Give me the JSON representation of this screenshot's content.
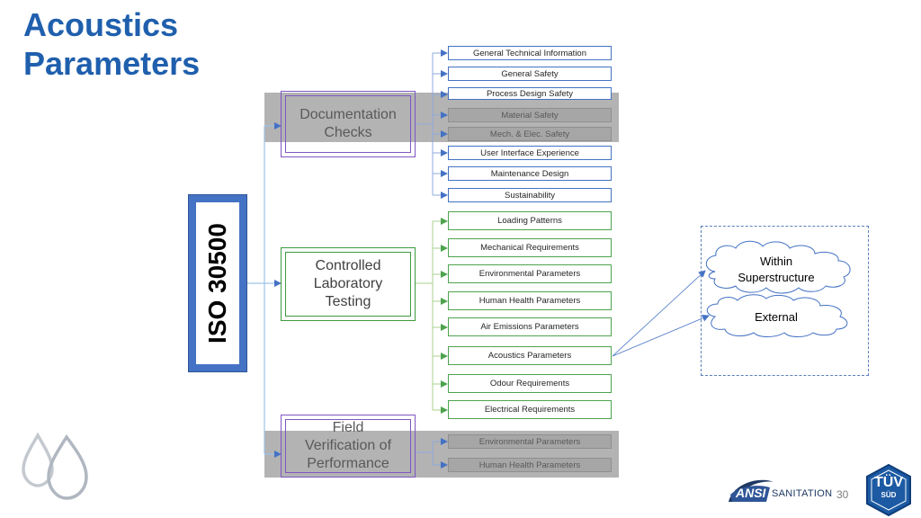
{
  "title": "Acoustics\nParameters",
  "root_label": "ISO 30500",
  "groups": {
    "documentation": "Documentation\nChecks",
    "laboratory": "Controlled\nLaboratory\nTesting",
    "field": "Field\nVerification of\nPerformance"
  },
  "documentation_items": [
    "General Technical Information",
    "General Safety",
    "Process Design Safety",
    "Material Safety",
    "Mech. & Elec. Safety",
    "User Interface Experience",
    "Maintenance Design",
    "Sustainability"
  ],
  "laboratory_items": [
    "Loading Patterns",
    "Mechanical Requirements",
    "Environmental Parameters",
    "Human Health Parameters",
    "Air Emissions Parameters",
    "Acoustics Parameters",
    "Odour Requirements",
    "Electrical Requirements"
  ],
  "field_items": [
    "Environmental Parameters",
    "Human Health Parameters"
  ],
  "acoustic_targets": [
    "Within\nSuperstructure",
    "External"
  ],
  "footer": {
    "ansi_logo": "ANSI",
    "sanitation": "SANITATION",
    "page_number": "30",
    "tuv_logo": "TÜV",
    "tuv_sub": "SÜD"
  },
  "colors": {
    "title": "#1f5fad",
    "documentation_border": "#7e57c2",
    "laboratory_border": "#3e9a3e",
    "item_blue": "#4472c4",
    "highlight_band": "#a6a6a6"
  }
}
